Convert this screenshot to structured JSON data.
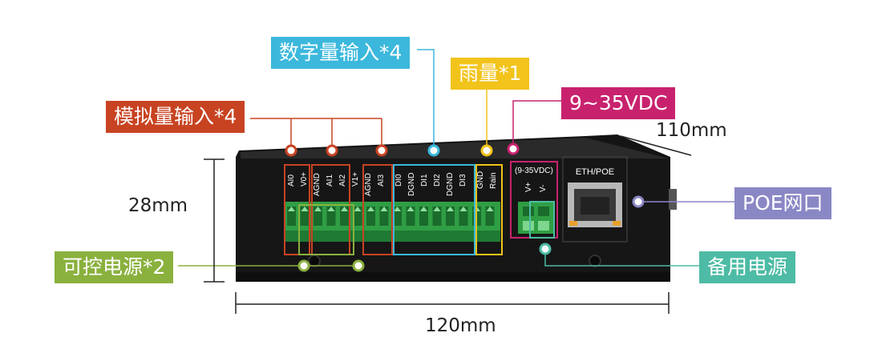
{
  "callouts": {
    "digital_input": {
      "label": "数字量输入*4",
      "color": "#3bb8dc"
    },
    "rain": {
      "label": "雨量*1",
      "color": "#f2c31a"
    },
    "power": {
      "label": "9~35VDC",
      "color": "#c8226e"
    },
    "analog_input": {
      "label": "模拟量输入*4",
      "color": "#c84322"
    },
    "poe": {
      "label": "POE网口",
      "color": "#8a87c5"
    },
    "controlled_power": {
      "label": "可控电源*2",
      "color": "#8ab13e"
    },
    "backup_power": {
      "label": "备用电源",
      "color": "#4dbba5"
    }
  },
  "dimensions": {
    "depth": "110mm",
    "height": "28mm",
    "width": "120mm"
  },
  "device": {
    "terminal_labels": [
      "AI0",
      "V0+",
      "AGND",
      "AI1",
      "AI2",
      "V1+",
      "AGND",
      "AI3",
      "DI0",
      "DGND",
      "DI1",
      "DI2",
      "DGND",
      "DI3",
      "GND",
      "Rain"
    ],
    "power_port_title": "(9-35VDC)",
    "power_port_pins": [
      "V+",
      "V-"
    ],
    "eth_label": "ETH/POE"
  }
}
